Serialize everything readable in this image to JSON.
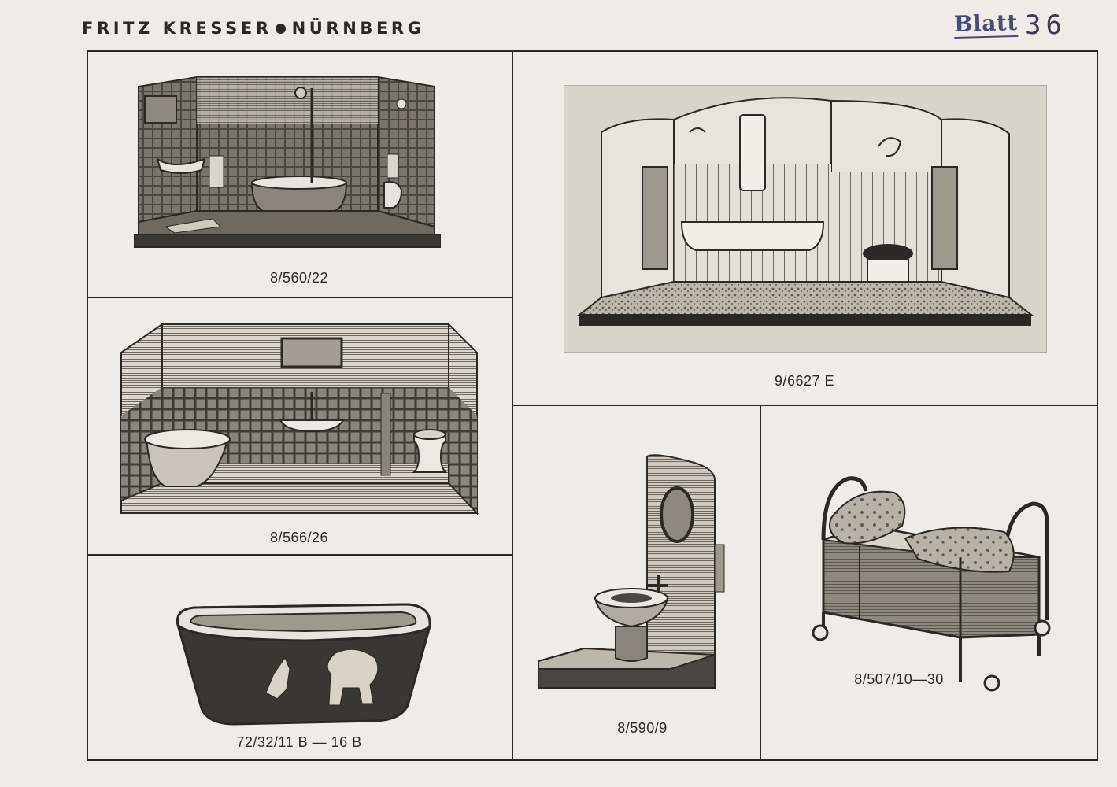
{
  "header": {
    "brand_left": "FRITZ KRESSER",
    "brand_right": "NÜRNBERG",
    "stamp": "Blatt",
    "sheet_number": "36"
  },
  "items": [
    {
      "code": "8/560/22"
    },
    {
      "code": "8/566/26"
    },
    {
      "code": "72/32/11 B — 16 B"
    },
    {
      "code": "9/6627 E"
    },
    {
      "code": "8/590/9"
    },
    {
      "code": "8/507/10—30"
    }
  ],
  "colors": {
    "paper": "#efebe6",
    "ink": "#2b2825",
    "stamp": "#4a4a78"
  }
}
